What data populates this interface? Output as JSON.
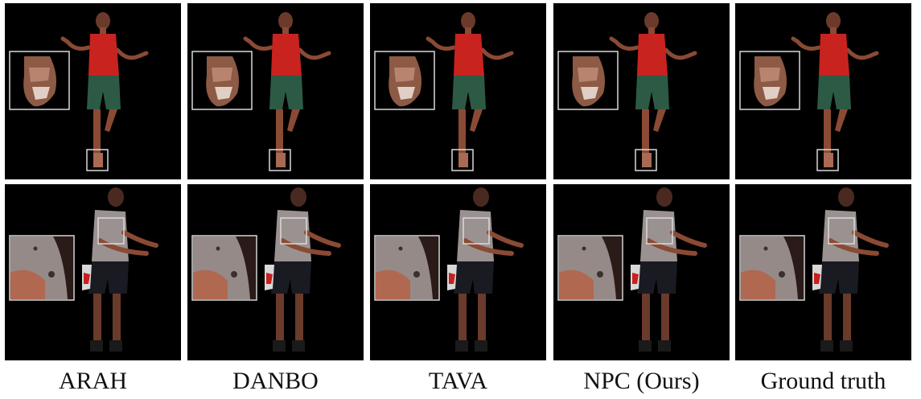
{
  "columns": [
    {
      "label": "ARAH"
    },
    {
      "label": "DANBO"
    },
    {
      "label": "TAVA"
    },
    {
      "label": "NPC (Ours)"
    },
    {
      "label": "Ground truth"
    }
  ],
  "rows": [
    {
      "subject": "woman-red-top-green-shorts",
      "zoom_region": "foot"
    },
    {
      "subject": "man-grey-shirt-black-shorts",
      "zoom_region": "shoulder"
    }
  ],
  "colors": {
    "background": "#000000",
    "zoom_box": "#d9d9d9",
    "red_top": "#c8231f",
    "green_shorts": "#2d5a45",
    "skin_dark": "#8a4a34",
    "grey_shirt": "#9a9290",
    "black_shorts": "#1a1a22"
  }
}
